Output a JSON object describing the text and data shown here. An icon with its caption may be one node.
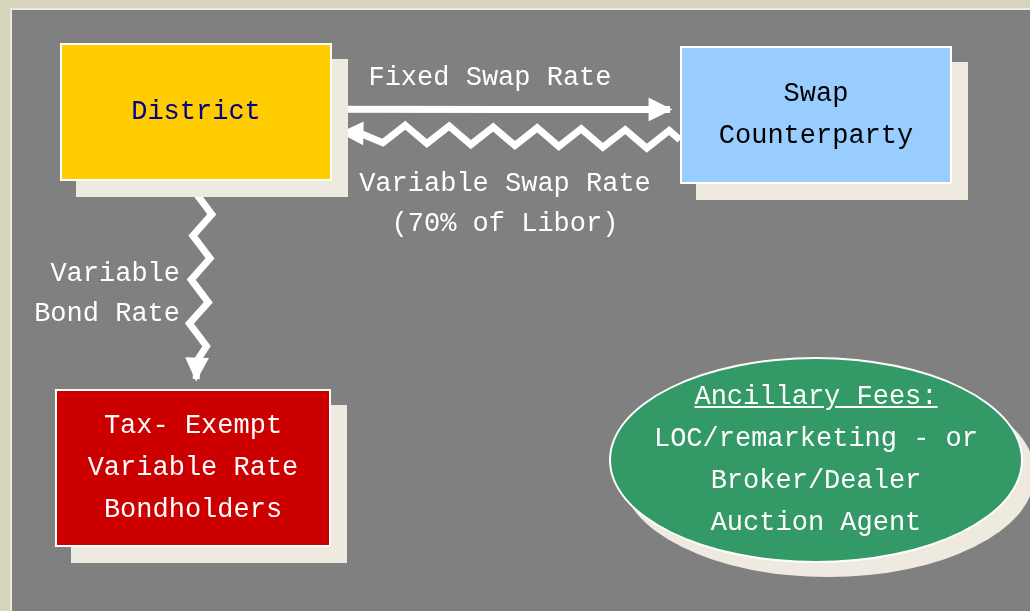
{
  "diagram": {
    "nodes": [
      {
        "text": [
          "District"
        ]
      },
      {
        "text": [
          "Swap Counterparty"
        ]
      },
      {
        "text": [
          "Tax- Exempt Variable Rate Bondholders"
        ]
      },
      {
        "text": [
          "Ancillary Fees:",
          "LOC/remarketing - or Broker/Dealer Auction Agent"
        ]
      }
    ],
    "edges": [
      {
        "from": 0,
        "to": 1,
        "arrow": "to",
        "label": "Fixed Swap Rate"
      },
      {
        "from": 1,
        "to": 0,
        "arrow": "to",
        "label": "Variable Swap Rate (70% of Libor)"
      },
      {
        "from": 0,
        "to": 2,
        "arrow": "to",
        "label": "Variable Bond Rate"
      }
    ]
  }
}
